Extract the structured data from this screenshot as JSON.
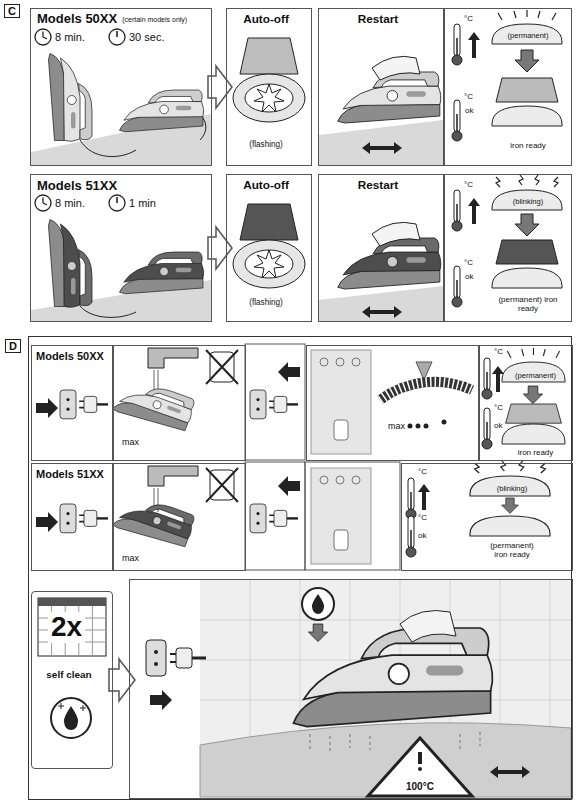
{
  "diagram": {
    "nodes": [
      {
        "text": [
          "C"
        ]
      },
      {
        "text": [
          "Models 50XX",
          "(certain models only)",
          "8 min.",
          "30 sec."
        ],
        "in": 0
      },
      {
        "text": [
          "Auto-off",
          "(flashing)"
        ],
        "in": 0
      },
      {
        "text": [
          "Restart"
        ],
        "in": 0
      },
      {
        "text": [
          "°C",
          "(permanent)",
          "°C",
          "ok",
          "iron ready"
        ],
        "in": 0
      },
      {
        "text": [
          "Models 51XX",
          "8 min.",
          "1 min"
        ],
        "in": 0
      },
      {
        "text": [
          "Auto-off",
          "(flashing)"
        ],
        "in": 0
      },
      {
        "text": [
          "Restart"
        ],
        "in": 0
      },
      {
        "text": [
          "°C",
          "(blinking)",
          "°C",
          "ok",
          "(permanent) iron ready"
        ],
        "in": 0
      },
      {
        "text": [
          "D"
        ]
      },
      {
        "text": [
          "Models 50XX"
        ],
        "in": 9
      },
      {
        "text": [
          "max"
        ],
        "in": 9
      },
      {
        "text": [
          "max"
        ],
        "in": 9
      },
      {
        "text": [
          "°C",
          "(permanent)",
          "°C",
          "ok",
          "iron ready"
        ],
        "in": 9
      },
      {
        "text": [
          "Models 51XX"
        ],
        "in": 9
      },
      {
        "text": [
          "max"
        ],
        "in": 9
      },
      {
        "text": [
          "°C",
          "(blinking)",
          "°C",
          "ok",
          "(permanent) iron ready"
        ],
        "in": 9
      },
      {
        "text": [
          "2x",
          "self clean"
        ],
        "in": 9
      },
      {
        "text": [
          "100°C"
        ],
        "in": 9
      }
    ],
    "edges": [
      {
        "from": 1,
        "to": 2,
        "arrow": "to"
      },
      {
        "from": 5,
        "to": 6,
        "arrow": "to"
      },
      {
        "from": 17,
        "to": 18,
        "arrow": "to"
      }
    ]
  }
}
